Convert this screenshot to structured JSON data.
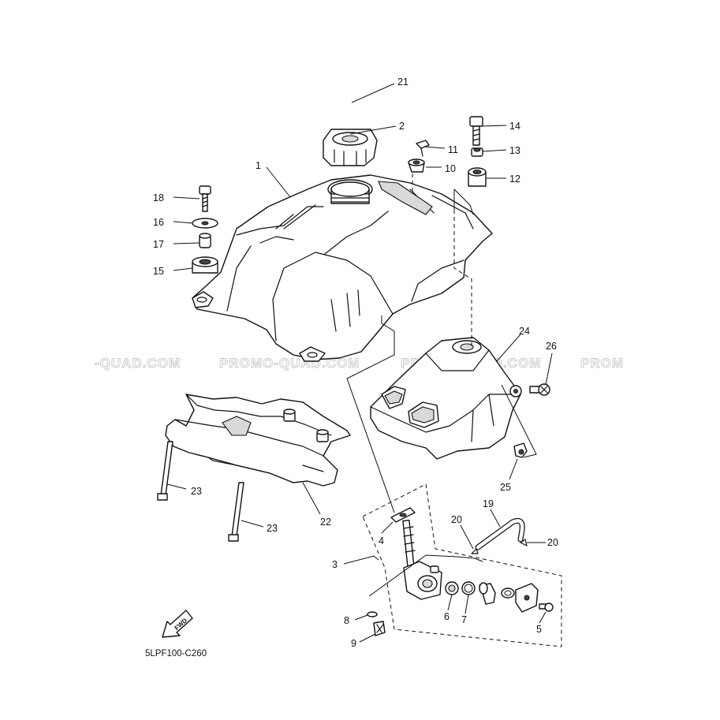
{
  "diagram": {
    "code": "5LPF100-C260",
    "fwd_label": "FWD",
    "watermark": "PROMO-QUAD.COM",
    "watermark_fragment_left": "-QUAD.COM",
    "watermark_fragment_right": "PROM",
    "callouts": [
      "1",
      "2",
      "3",
      "4",
      "5",
      "6",
      "7",
      "8",
      "9",
      "10",
      "11",
      "12",
      "13",
      "14",
      "15",
      "16",
      "17",
      "18",
      "19",
      "20",
      "21",
      "22",
      "23",
      "24",
      "25",
      "26"
    ]
  },
  "colors": {
    "line": "#111111",
    "shade": "#d9d9d9",
    "watermark": "#c8c8c8"
  }
}
